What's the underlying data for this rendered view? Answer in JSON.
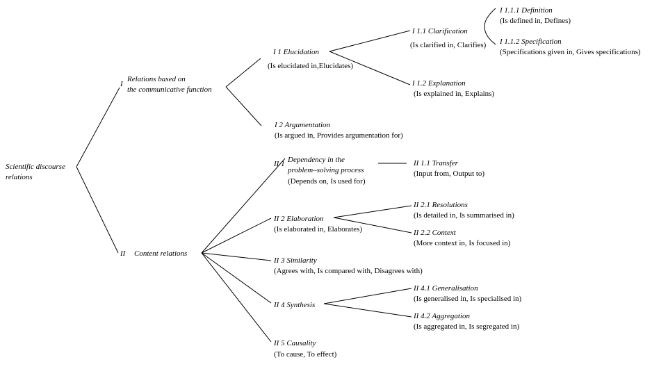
{
  "root": {
    "line1": "Scientific discourse",
    "line2": "relations"
  },
  "branch_I": {
    "numeral": "I",
    "title_line1": "Relations based on",
    "title_line2": "the communicative function",
    "children": {
      "elucidation": {
        "title": "I 1 Elucidation",
        "relation": "(Is elucidated in,Elucidates)",
        "clarification": {
          "title": "I 1.1 Clarification",
          "relation": "(Is clarified in, Clarifies)",
          "definition": {
            "title": "I 1.1.1 Definition",
            "relation": "(Is defined in, Defines)"
          },
          "specification": {
            "title": "I 1.1.2 Specification",
            "relation": "(Specifications given in, Gives specifications)"
          }
        },
        "explanation": {
          "title": "I 1.2 Explanation",
          "relation": "(Is explained in, Explains)"
        }
      },
      "argumentation": {
        "title": "I 2 Argumentation",
        "relation": "(Is argued in, Provides argumentation for)"
      }
    }
  },
  "branch_II": {
    "numeral": "II",
    "title": "Content relations",
    "children": {
      "dependency": {
        "numeral": "II 1",
        "title_line1": "Dependency in the",
        "title_line2": "problem–solving process",
        "relation": "(Depends on, Is used for)",
        "transfer": {
          "title": "II 1.1 Transfer",
          "relation": "(Input from, Output to)"
        }
      },
      "elaboration": {
        "title": "II 2 Elaboration",
        "relation": "(Is elaborated in, Elaborates)",
        "resolutions": {
          "title": "II 2.1 Resolutions",
          "relation": "(Is detailed in, Is summarised in)"
        },
        "context": {
          "title": "II 2.2 Context",
          "relation": "(More context in, Is focused in)"
        }
      },
      "similarity": {
        "title": "II 3 Similarity",
        "relation": "(Agrees with, Is compared with, Disagrees with)"
      },
      "synthesis": {
        "title": "II 4 Synthesis",
        "generalisation": {
          "title": "II 4.1 Generalisation",
          "relation": "(Is generalised in, Is specialised in)"
        },
        "aggregation": {
          "title": "II 4.2 Aggregation",
          "relation": "(Is aggregated in, Is segregated in)"
        }
      },
      "causality": {
        "title": "II 5 Causality",
        "relation": "(To cause, To effect)"
      }
    }
  }
}
